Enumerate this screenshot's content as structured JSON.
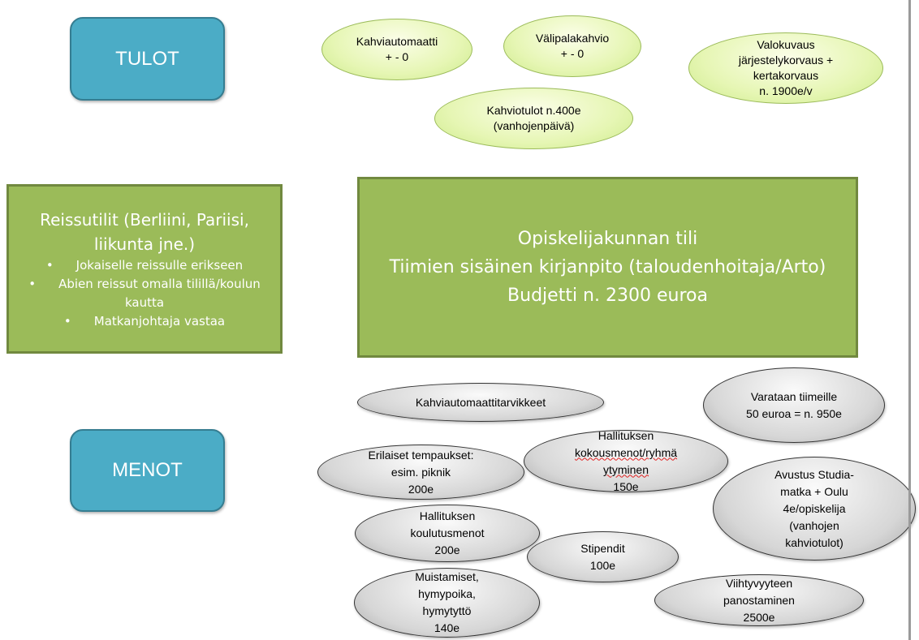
{
  "tulot": "TULOT",
  "menot": "MENOT",
  "income": [
    {
      "lines": [
        "Kahviautomaatti",
        "+ - 0"
      ]
    },
    {
      "lines": [
        "Välipalakahvio",
        "+ - 0"
      ]
    },
    {
      "lines": [
        "Valokuvaus",
        "järjestelykorvaus +",
        "kertakorvaus",
        "n. 1900e/v"
      ]
    },
    {
      "lines": [
        "Kahviotulot n.400e",
        "(vanhojenpäivä)"
      ]
    }
  ],
  "main_account": {
    "lines": [
      "Opiskelijakunnan tili",
      "Tiimien sisäinen kirjanpito (taloudenhoitaja/Arto)",
      "Budjetti n. 2300 euroa"
    ]
  },
  "trip_accounts": {
    "title_lines": [
      "Reissutilit (Berliini, Pariisi,",
      "liikunta jne.)"
    ],
    "bullets": [
      "Jokaiselle reissulle erikseen",
      "Abien reissut omalla tilillä/koulun kautta",
      "Matkanjohtaja vastaa"
    ]
  },
  "expenses": [
    {
      "lines": [
        "Kahviautomaattitarvikkeet"
      ]
    },
    {
      "lines": [
        "Varataan tiimeille",
        "50 euroa = n. 950e"
      ]
    },
    {
      "lines": [
        "Erilaiset tempaukset:",
        "esim. piknik",
        "200e"
      ]
    },
    {
      "lines": [
        "Hallituksen",
        "kokousmenot/ryhmä",
        "ytyminen",
        "150e"
      ]
    },
    {
      "lines": [
        "Avustus Studia-",
        "matka + Oulu",
        "4e/opiskelija",
        "(vanhojen",
        "kahviotulot)"
      ]
    },
    {
      "lines": [
        "Hallituksen",
        "koulutusmenot",
        "200e"
      ]
    },
    {
      "lines": [
        "Stipendit",
        "100e"
      ]
    },
    {
      "lines": [
        "Muistamiset,",
        "hymypoika,",
        "hymytyttö",
        "140e"
      ]
    },
    {
      "lines": [
        "Viihtyvyyteen",
        "panostaminen",
        "2500e"
      ]
    }
  ]
}
